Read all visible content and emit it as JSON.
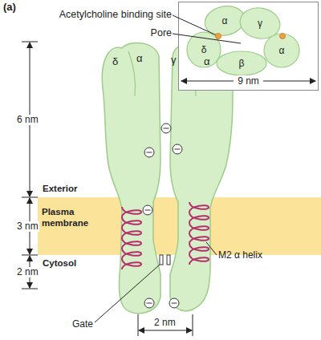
{
  "diagram": {
    "nodes": [
      {
        "text": [
          "9 nm"
        ]
      },
      {
        "text": [
          "α"
        ],
        "in": 0
      },
      {
        "text": [
          "γ"
        ],
        "in": 0
      },
      {
        "text": [
          "δ"
        ],
        "in": 0
      },
      {
        "text": [
          "α"
        ],
        "in": 0
      },
      {
        "text": [
          "β"
        ],
        "in": 0
      },
      {
        "text": [
          "Plasma membrane"
        ]
      }
    ],
    "labels": [
      "(a)",
      "Acetylcholine binding site",
      "Pore",
      "6 nm",
      "δ",
      "α",
      "γ",
      "α",
      "Exterior",
      "3 nm",
      "M2 α helix",
      "Cytosol",
      "2 nm",
      "Gate",
      "2 nm"
    ]
  }
}
